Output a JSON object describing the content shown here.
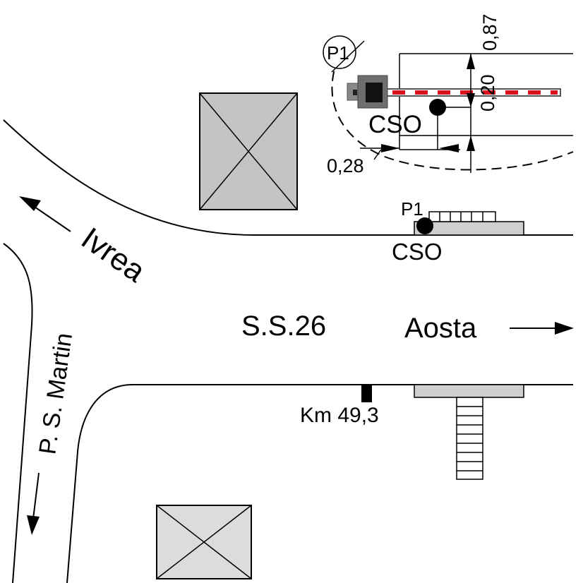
{
  "labels": {
    "ivrea": "Ivrea",
    "aosta": "Aosta",
    "road": "S.S.26",
    "side_road": "P. S. Martin",
    "km": "Km 49,3",
    "cso_detail": "CSO",
    "cso_main": "CSO",
    "p1_circle": "P1",
    "p1_main": "P1",
    "dim_087": "0,87",
    "dim_020": "0,20",
    "dim_028": "0,28"
  },
  "colors": {
    "building_dark": "#c4c4c4",
    "building_light": "#dcdcdc",
    "island": "#cfcfcf",
    "barrier_body": "#6e6e6e",
    "barrier_stripe": "#d8111a",
    "line": "#000000"
  }
}
